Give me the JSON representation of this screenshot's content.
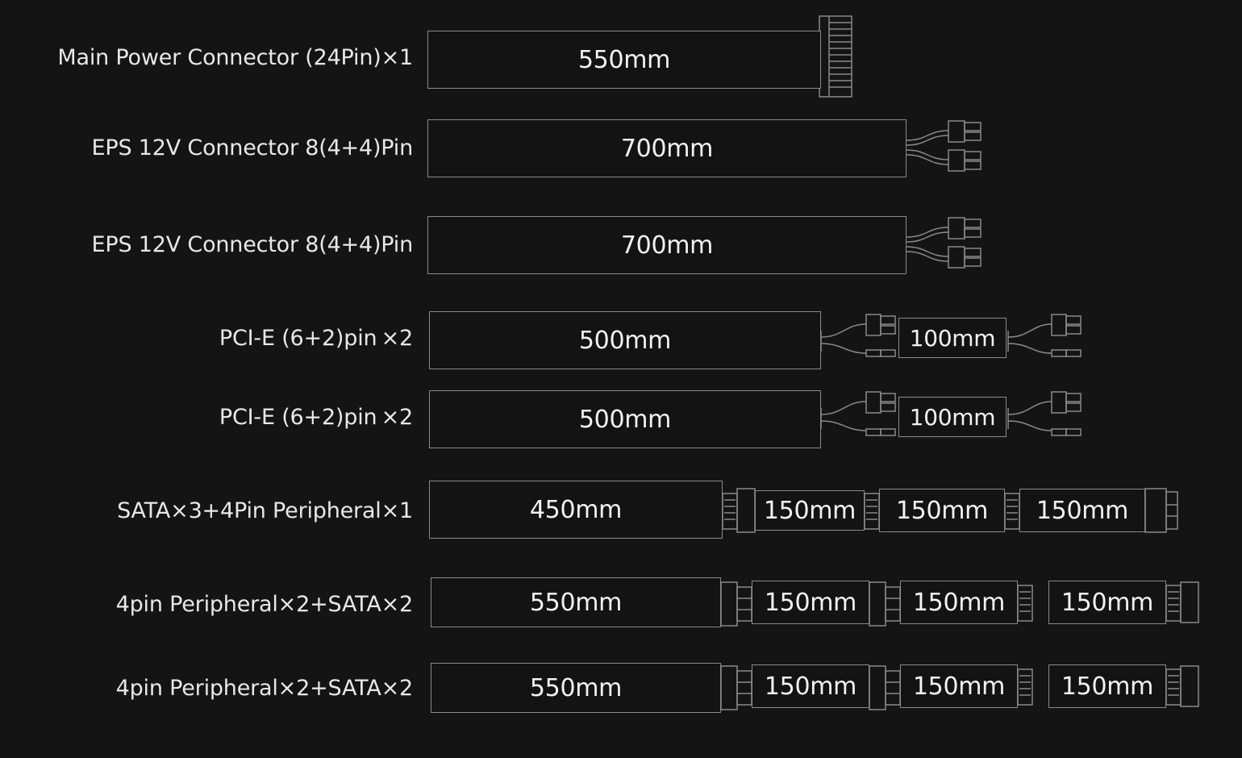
{
  "rows": [
    {
      "label": "Main Power Connector (24Pin)×1",
      "main": "550mm"
    },
    {
      "label": "EPS 12V Connector 8(4+4)Pin",
      "main": "700mm"
    },
    {
      "label": "EPS 12V Connector 8(4+4)Pin",
      "main": "700mm"
    },
    {
      "label": "PCI-E (6+2)pin ×2",
      "main": "500mm",
      "extra": [
        "100mm"
      ]
    },
    {
      "label": "PCI-E (6+2)pin ×2",
      "main": "500mm",
      "extra": [
        "100mm"
      ]
    },
    {
      "label": "SATA×3+4Pin Peripheral×1",
      "main": "450mm",
      "extra": [
        "150mm",
        "150mm",
        "150mm"
      ]
    },
    {
      "label": "4pin Peripheral×2+SATA×2",
      "main": "550mm",
      "extra": [
        "150mm",
        "150mm",
        "150mm"
      ]
    },
    {
      "label": "4pin Peripheral×2+SATA×2",
      "main": "550mm",
      "extra": [
        "150mm",
        "150mm",
        "150mm"
      ]
    }
  ],
  "colors": {
    "background": "#141414",
    "line": "#8a8a8a",
    "text": "#ececec"
  }
}
